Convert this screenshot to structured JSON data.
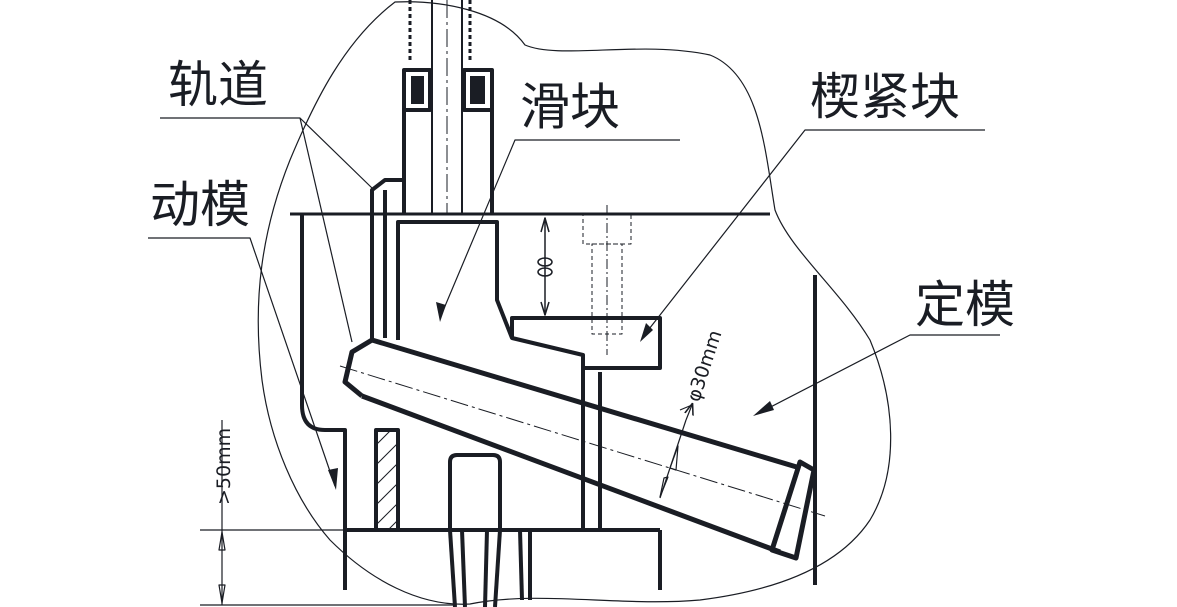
{
  "labels": {
    "rail": "轨道",
    "slider": "滑块",
    "wedge_block": "楔紧块",
    "moving_mold": "动模",
    "fixed_mold": "定模"
  },
  "dimensions": {
    "pin_diameter": ">φ30mm",
    "height": ">50mm"
  },
  "colors": {
    "line": "#1a1d24",
    "background": "#ffffff"
  }
}
